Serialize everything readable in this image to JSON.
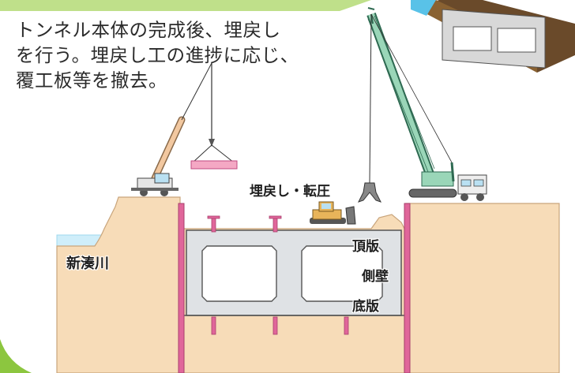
{
  "caption": {
    "lines": [
      "トンネル本体の完成後、埋戻し",
      "を行う。埋戻し工の進捗に応じ、",
      "覆工板等を撤去。"
    ]
  },
  "labels": {
    "backfill": "埋戻し・転圧",
    "river": "新湊川",
    "top_slab": "頂版",
    "side_wall": "側壁",
    "bottom_slab": "底版"
  },
  "colors": {
    "soil": "#f7dcb8",
    "soil_outline": "#c9a57c",
    "concrete": "#dfe2e5",
    "retaining_wall": "#e0669a",
    "water": "#cfeefa",
    "green_band": "#bfe08a",
    "crane_boom_left": "#f2c8a0",
    "crane_boom_right": "#9ad6b8",
    "bulldozer": "#e8b45a",
    "suspended_plate": "#f4a8c4"
  },
  "icons": {
    "left_crane": "mobile-crane-icon",
    "right_crane": "crawler-crane-icon",
    "bulldozer": "bulldozer-icon",
    "truck": "truck-icon",
    "grab": "clamshell-grab-icon",
    "inset": "box-culvert-3d-icon"
  }
}
